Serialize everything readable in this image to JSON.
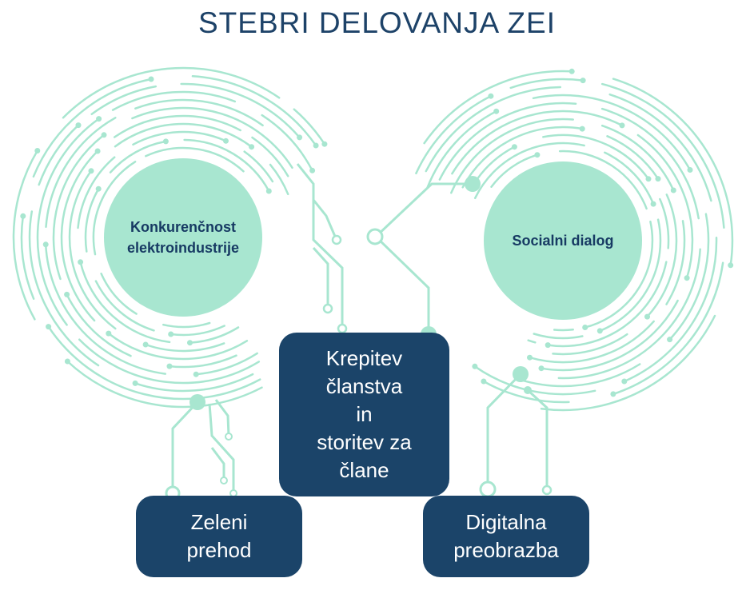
{
  "title": "STEBRI DELOVANJA ZEI",
  "colors": {
    "title": "#1d4268",
    "circle": "#a8e6d0",
    "box": "#1b4469",
    "line": "#a8e6d0"
  },
  "pillars": {
    "competitiveness": "Konkurenčnost\nelektroindustrije",
    "social_dialog": "Socialni dialog",
    "membership": "Krepitev\nčlanstva\nin\nstoritev za\nčlane",
    "green": "Zeleni\nprehod",
    "digital": "Digitalna\npreobrazba"
  }
}
